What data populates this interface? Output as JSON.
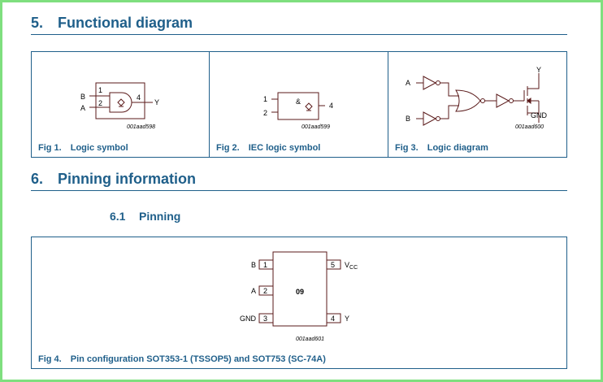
{
  "section5": {
    "number": "5.",
    "title": "Functional diagram"
  },
  "fig1": {
    "label": "Fig 1.",
    "title": "Logic symbol",
    "pins": {
      "b": "B",
      "a": "A",
      "y": "Y",
      "p1": "1",
      "p2": "2",
      "p4": "4"
    },
    "code": "001aad598"
  },
  "fig2": {
    "label": "Fig 2.",
    "title": "IEC logic symbol",
    "pins": {
      "p1": "1",
      "p2": "2",
      "p4": "4"
    },
    "symbol": "&",
    "code": "001aad599"
  },
  "fig3": {
    "label": "Fig 3.",
    "title": "Logic diagram",
    "pins": {
      "a": "A",
      "b": "B",
      "y": "Y",
      "gnd": "GND"
    },
    "code": "001aad600"
  },
  "section6": {
    "number": "6.",
    "title": "Pinning information"
  },
  "section61": {
    "number": "6.1",
    "title": "Pinning"
  },
  "fig4": {
    "label": "Fig 4.",
    "title": "Pin configuration SOT353-1 (TSSOP5) and SOT753 (SC-74A)",
    "chip": "09",
    "code": "001aad601",
    "left_pins": [
      {
        "name": "B",
        "num": "1"
      },
      {
        "name": "A",
        "num": "2"
      },
      {
        "name": "GND",
        "num": "3"
      }
    ],
    "right_pins": [
      {
        "name": "V",
        "sub": "CC",
        "num": "5"
      },
      {
        "name": "Y",
        "num": "4"
      }
    ]
  },
  "colors": {
    "heading": "#1f5f8a",
    "frame": "#7fdf7f",
    "schematic": "#5a1a1a"
  }
}
